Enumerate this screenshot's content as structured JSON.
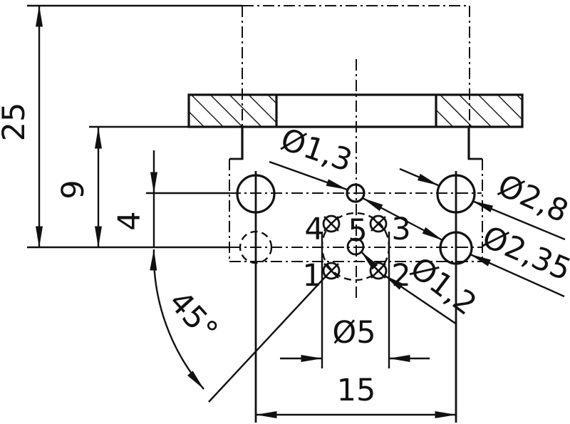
{
  "dims": {
    "total_height": "25",
    "flange_to_center": "9",
    "row_offset": "4",
    "angle": "45°",
    "pitch_circle": "Ø5",
    "column_span": "15"
  },
  "holes": {
    "center_hole": "Ø1,3",
    "upper_mount_hole": "Ø2,8",
    "lower_mount_hole": "Ø2,35",
    "contact_hole": "Ø1,2"
  },
  "pins": {
    "p1": "1",
    "p2": "2",
    "p3": "3",
    "p4": "4",
    "p5": "5"
  }
}
